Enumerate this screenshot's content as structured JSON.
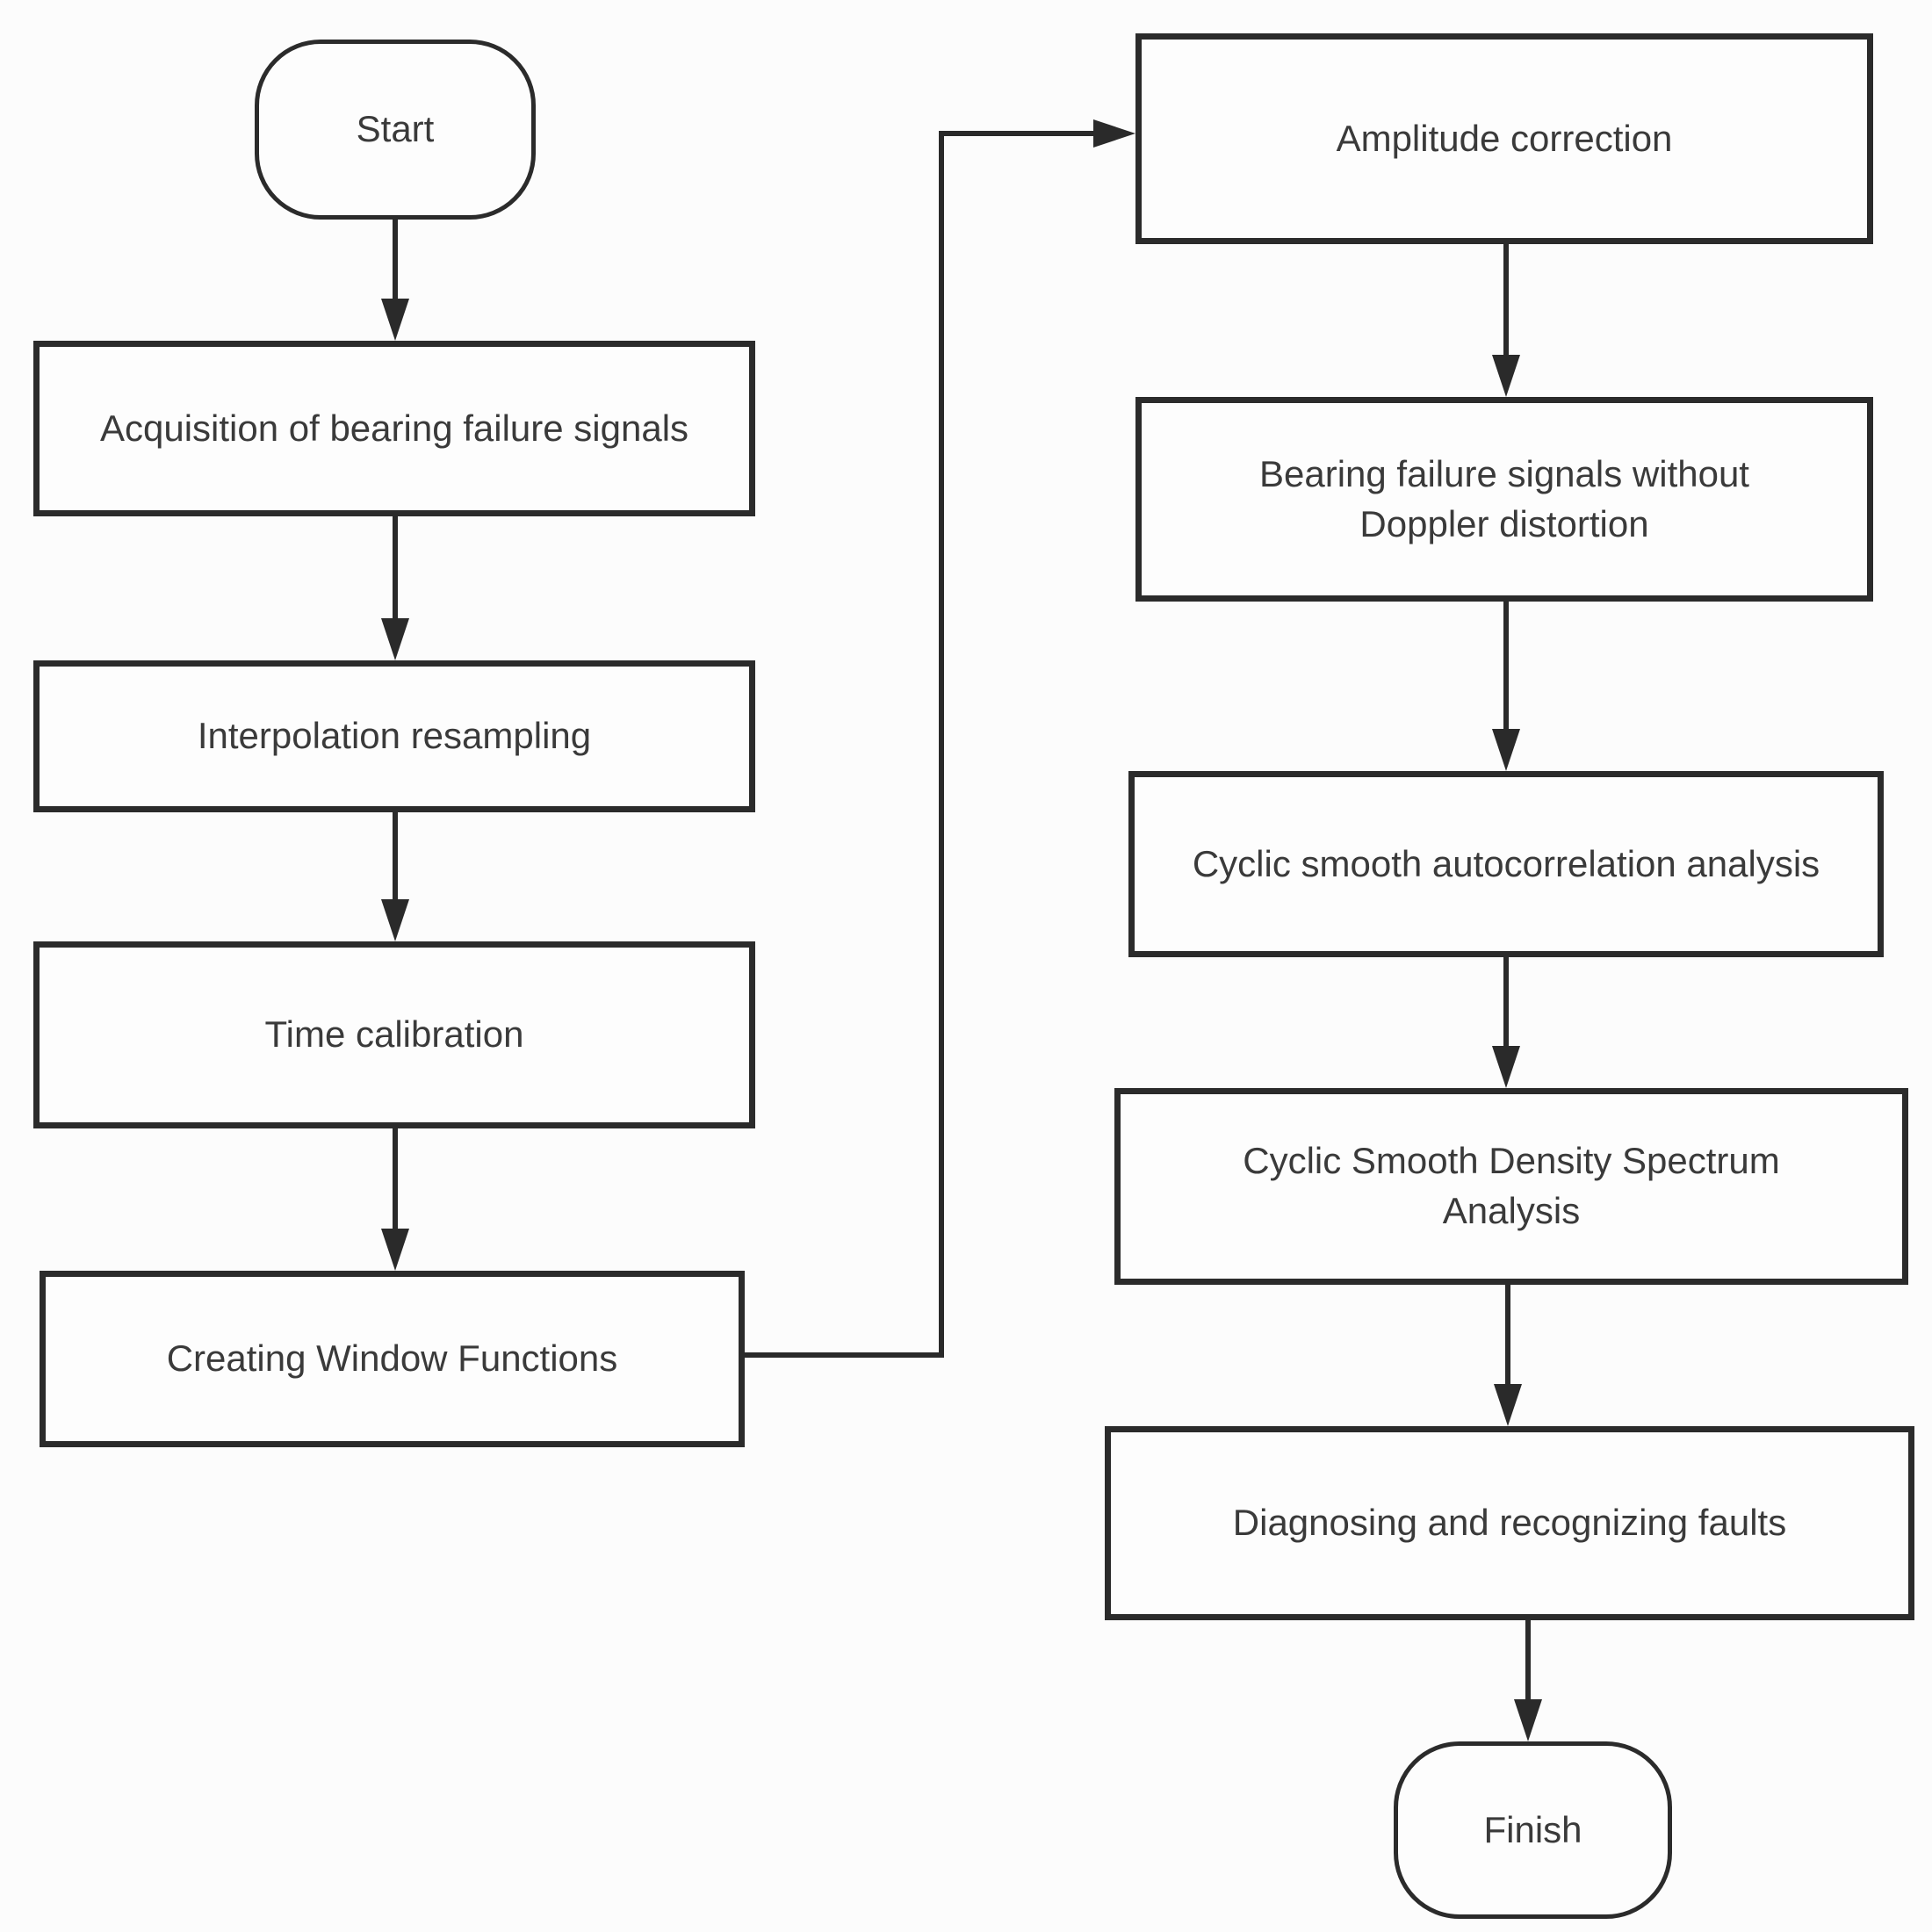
{
  "diagram_type": "flowchart",
  "colors": {
    "background": "#fcfcfc",
    "node_fill": "#fdfdfd",
    "stroke": "#2b2b2b",
    "text": "#3a3a3a"
  },
  "nodes": {
    "start": "Start",
    "acquisition": "Acquisition of bearing failure signals",
    "interpolation": "Interpolation resampling",
    "time_calibration": "Time calibration",
    "creating_window": "Creating Window Functions",
    "amplitude": "Amplitude correction",
    "doppler_free": "Bearing failure signals without Doppler distortion",
    "autocorrelation": "Cyclic smooth autocorrelation analysis",
    "density_spectrum": "Cyclic Smooth Density Spectrum Analysis",
    "diagnosis": "Diagnosing and recognizing faults",
    "finish": "Finish"
  },
  "node_shapes": {
    "start": "terminator",
    "acquisition": "process",
    "interpolation": "process",
    "time_calibration": "process",
    "creating_window": "process",
    "amplitude": "process",
    "doppler_free": "process",
    "autocorrelation": "process",
    "density_spectrum": "process",
    "diagnosis": "process",
    "finish": "terminator"
  },
  "edges": [
    {
      "from": "start",
      "to": "acquisition"
    },
    {
      "from": "acquisition",
      "to": "interpolation"
    },
    {
      "from": "interpolation",
      "to": "time_calibration"
    },
    {
      "from": "time_calibration",
      "to": "creating_window"
    },
    {
      "from": "creating_window",
      "to": "amplitude"
    },
    {
      "from": "amplitude",
      "to": "doppler_free"
    },
    {
      "from": "doppler_free",
      "to": "autocorrelation"
    },
    {
      "from": "autocorrelation",
      "to": "density_spectrum"
    },
    {
      "from": "density_spectrum",
      "to": "diagnosis"
    },
    {
      "from": "diagnosis",
      "to": "finish"
    }
  ]
}
